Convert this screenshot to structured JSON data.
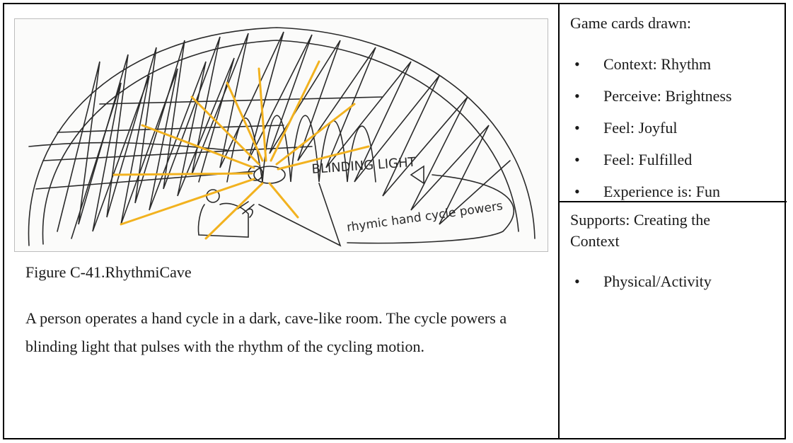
{
  "figure": {
    "caption": "Figure C-41.RhythmiCave",
    "description": "A person operates a hand cycle in a dark, cave-like room. The cycle powers a blinding light that pulses with the rhythm of the cycling motion.",
    "sketch_labels": {
      "light": "BLINDING LIGHT",
      "hand_cycle": "rhymic hand cycle powers"
    }
  },
  "game_cards": {
    "heading": "Game cards drawn:",
    "items": [
      "Context: Rhythm",
      "Perceive: Brightness",
      "Feel: Joyful",
      "Feel: Fulfilled",
      "Experience is: Fun"
    ]
  },
  "supports": {
    "heading": "Supports: Creating the Context",
    "items": [
      "Physical/Activity"
    ]
  },
  "bullet_glyph": "•",
  "colors": {
    "border": "#000000",
    "sketch_ink": "#2a2a2a",
    "light_rays": "#f2b21f"
  }
}
